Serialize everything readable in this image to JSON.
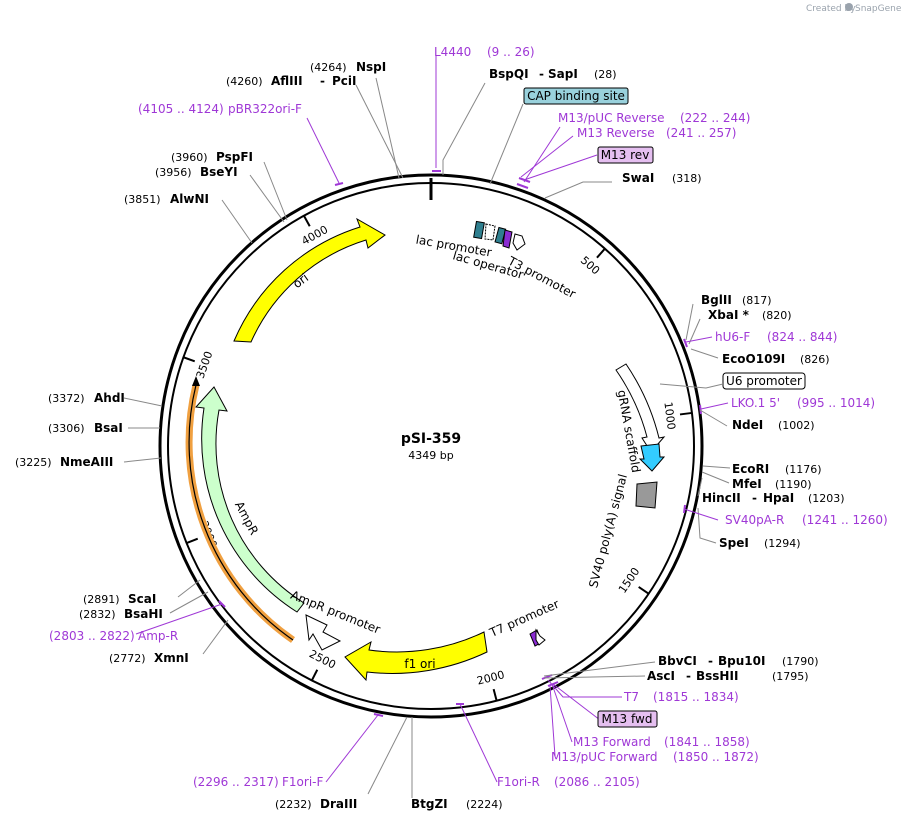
{
  "watermark": {
    "prefix": "Created by",
    "brand": "SnapGene"
  },
  "plasmid": {
    "name": "pSI-359",
    "size": "4349 bp"
  },
  "colors": {
    "primer": "#9f38d6",
    "ori": "#ffff00",
    "ampr": "#ccffcc",
    "sv40": "#999999",
    "grna": "#33ccff",
    "ampr_primer_band": "#f0a040"
  },
  "ticks": [
    "500",
    "1000",
    "1500",
    "2000",
    "2500",
    "3000",
    "3500",
    "4000"
  ],
  "features": {
    "ori": "ori",
    "ampr": "AmpR",
    "ampr_promoter": "AmpR promoter",
    "f1_ori": "f1 ori",
    "lac_promoter": "lac promoter",
    "lac_operator": "lac operator",
    "t3_promoter": "T3 promoter",
    "t7_promoter": "T7 promoter",
    "grna_scaffold": "gRNA scaffold",
    "sv40_polya": "SV40 poly(A) signal"
  },
  "boxes": {
    "cap": "CAP binding site",
    "m13rev": "M13 rev",
    "u6": "U6 promoter",
    "m13fwd": "M13 fwd"
  },
  "enzymes": {
    "nspi": {
      "pos": "(4264)",
      "name": "NspI"
    },
    "aflIII": {
      "pos": "(4260)",
      "name": "AflIII",
      "sep": "-",
      "name2": "PciI"
    },
    "pspfi": {
      "pos": "(3960)",
      "name": "PspFI"
    },
    "bseyi": {
      "pos": "(3956)",
      "name": "BseYI"
    },
    "alwni": {
      "pos": "(3851)",
      "name": "AlwNI"
    },
    "ahdi": {
      "pos": "(3372)",
      "name": "AhdI"
    },
    "bsai": {
      "pos": "(3306)",
      "name": "BsaI"
    },
    "nmeaiii": {
      "pos": "(3225)",
      "name": "NmeAIII"
    },
    "scai": {
      "pos": "(2891)",
      "name": "ScaI"
    },
    "bsahi": {
      "pos": "(2832)",
      "name": "BsaHI"
    },
    "xmni": {
      "pos": "(2772)",
      "name": "XmnI"
    },
    "draiii": {
      "pos": "(2232)",
      "name": "DraIII"
    },
    "btgzi": {
      "name": "BtgZI",
      "pos": "(2224)"
    },
    "bspqi": {
      "name": "BspQI",
      "sep": "-",
      "name2": "SapI",
      "pos": "(28)"
    },
    "swai": {
      "name": "SwaI",
      "pos": "(318)"
    },
    "bglii": {
      "name": "BglII",
      "pos": "(817)"
    },
    "xbai": {
      "name": "XbaI *",
      "pos": "(820)"
    },
    "eco0109i": {
      "name": "EcoO109I",
      "pos": "(826)"
    },
    "ndei": {
      "name": "NdeI",
      "pos": "(1002)"
    },
    "ecori": {
      "name": "EcoRI",
      "pos": "(1176)"
    },
    "mfei": {
      "name": "MfeI",
      "pos": "(1190)"
    },
    "hincii": {
      "name": "HincII",
      "sep": "-",
      "name2": "HpaI",
      "pos": "(1203)"
    },
    "spei": {
      "name": "SpeI",
      "pos": "(1294)"
    },
    "bbvci": {
      "name": "BbvCI",
      "sep": "-",
      "name2": "Bpu10I",
      "pos": "(1790)"
    },
    "asci": {
      "name": "AscI",
      "sep": "-",
      "name2": "BssHII",
      "pos": "(1795)"
    }
  },
  "primers": {
    "l4440": {
      "name": "L4440",
      "range": "(9 .. 26)"
    },
    "pbr322": {
      "range": "(4105 .. 4124)",
      "name": "pBR322ori-F"
    },
    "m13puc_rev": {
      "name": "M13/pUC Reverse",
      "range": "(222 .. 244)"
    },
    "m13_rev": {
      "name": "M13 Reverse",
      "range": "(241 .. 257)"
    },
    "hu6f": {
      "name": "hU6-F",
      "range": "(824 .. 844)"
    },
    "lko1": {
      "name": "LKO.1 5'",
      "range": "(995 .. 1014)"
    },
    "sv40pa_r": {
      "name": "SV40pA-R",
      "range": "(1241 .. 1260)"
    },
    "ampr_r": {
      "range": "(2803 .. 2822)",
      "name": "Amp-R"
    },
    "f1ori_f": {
      "range": "(2296 .. 2317)",
      "name": "F1ori-F"
    },
    "f1ori_r": {
      "name": "F1ori-R",
      "range": "(2086 .. 2105)"
    },
    "t7": {
      "name": "T7",
      "range": "(1815 .. 1834)"
    },
    "m13_fwd": {
      "name": "M13 Forward",
      "range": "(1841 .. 1858)"
    },
    "m13puc_fwd": {
      "name": "M13/pUC Forward",
      "range": "(1850 .. 1872)"
    }
  }
}
